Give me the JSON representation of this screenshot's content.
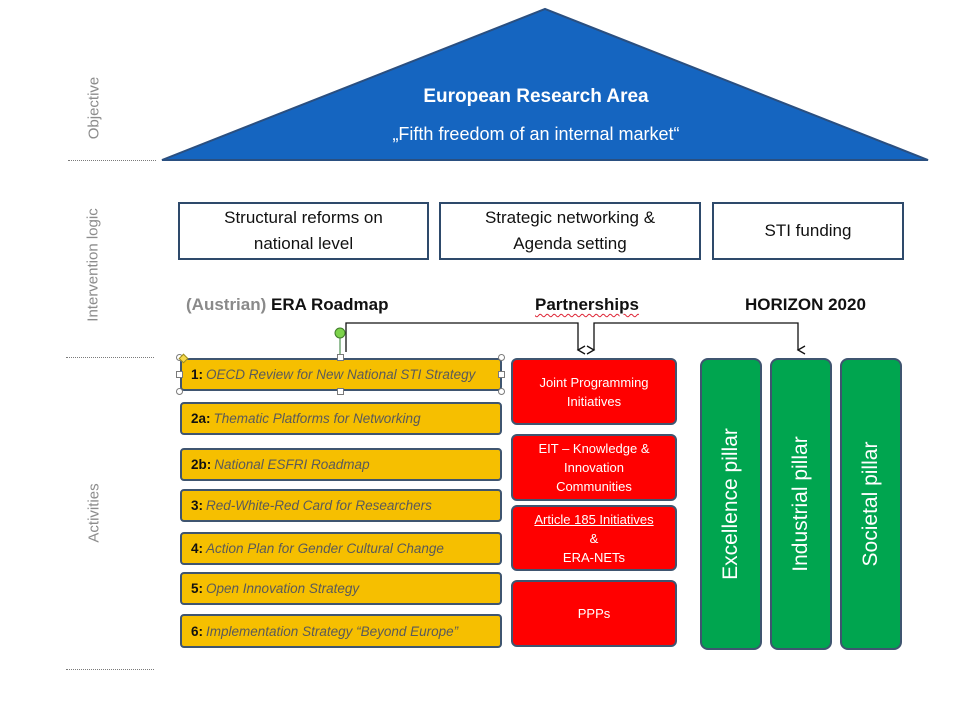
{
  "side_labels": {
    "objective": "Objective",
    "intervention_logic": "Intervention logic",
    "activities": "Activities"
  },
  "roof": {
    "title": "European Research Area",
    "subtitle": "„Fifth freedom of an internal market“",
    "color": "#1565c0"
  },
  "intervention_logic": [
    {
      "line1": "Structural reforms on",
      "line2": "national level"
    },
    {
      "line1": "Strategic networking &",
      "line2": "Agenda setting"
    },
    {
      "line1": "STI funding",
      "line2": ""
    }
  ],
  "column_headers": {
    "roadmap_prefix": "(Austrian)",
    "roadmap": "ERA Roadmap",
    "partnerships": "Partnerships",
    "horizon": "HORIZON 2020"
  },
  "activities": [
    {
      "num": "1:",
      "text": "OECD Review for New National STI Strategy"
    },
    {
      "num": "2a:",
      "text": "Thematic Platforms for Networking"
    },
    {
      "num": "2b:",
      "text": "National ESFRI Roadmap"
    },
    {
      "num": "3:",
      "text": "Red-White-Red Card for Researchers"
    },
    {
      "num": "4:",
      "text": "Action Plan for Gender Cultural Change"
    },
    {
      "num": "5:",
      "text": "Open Innovation Strategy"
    },
    {
      "num": "6:",
      "text": "Implementation Strategy “Beyond Europe”"
    }
  ],
  "partnerships": [
    {
      "lines": [
        "Joint Programming",
        "Initiatives"
      ]
    },
    {
      "lines": [
        "EIT – Knowledge &",
        "Innovation",
        "Communities"
      ]
    },
    {
      "lines": [
        "Article 185 Initiatives",
        "&",
        "ERA-NETs"
      ]
    },
    {
      "lines": [
        "PPPs"
      ]
    }
  ],
  "pillars": [
    "Excellence pillar",
    "Industrial pillar",
    "Societal pillar"
  ],
  "colors": {
    "activity_fill": "#f6bf00",
    "partnership_fill": "#ff0000",
    "pillar_fill": "#00a54f",
    "border": "#3f5570"
  }
}
